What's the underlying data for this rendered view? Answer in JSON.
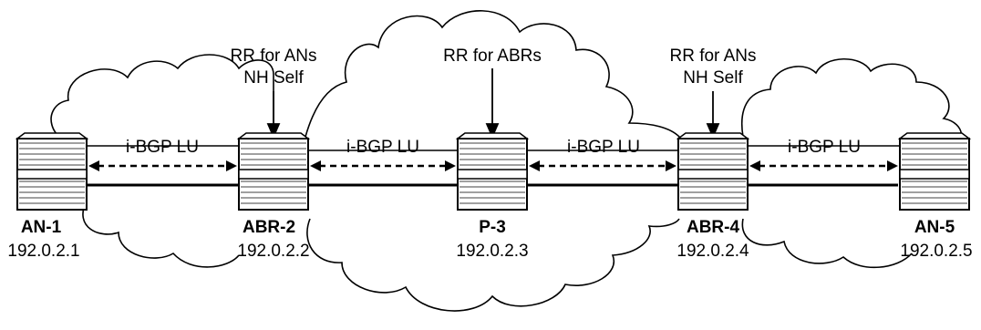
{
  "routers": [
    {
      "name": "AN-1",
      "address": "192.0.2.1"
    },
    {
      "name": "ABR-2",
      "address": "192.0.2.2"
    },
    {
      "name": "P-3",
      "address": "192.0.2.3"
    },
    {
      "name": "ABR-4",
      "address": "192.0.2.4"
    },
    {
      "name": "AN-5",
      "address": "192.0.2.5"
    }
  ],
  "sessions": [
    {
      "label": "i-BGP LU"
    },
    {
      "label": "i-BGP LU"
    },
    {
      "label": "i-BGP LU"
    },
    {
      "label": "i-BGP LU"
    }
  ],
  "annotations": {
    "abr2": [
      "RR for ANs",
      "NH Self"
    ],
    "p3": [
      "RR for ABRs"
    ],
    "abr4": [
      "RR for ANs",
      "NH Self"
    ]
  }
}
